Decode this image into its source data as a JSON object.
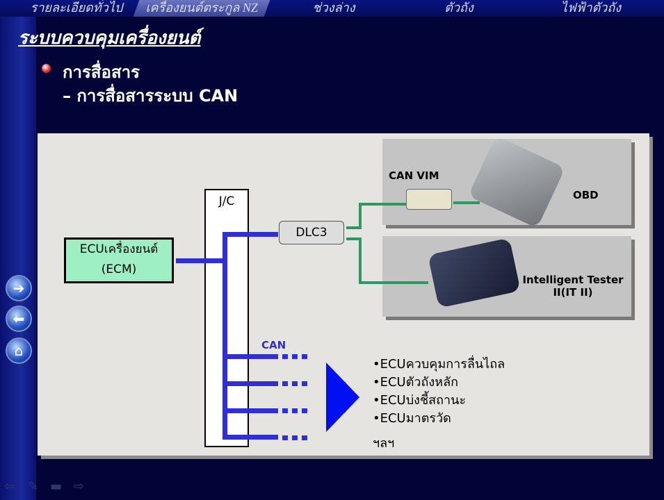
{
  "nav_tabs": [
    "รายละเอียดทั่วไป",
    "เครื่องยนต์ตระกูล NZ",
    "ช่วงล่าง",
    "ตัวถัง",
    "ไฟฟ้าตัวถัง"
  ],
  "title": "ระบบควบคุมเครื่องยนต์",
  "bullet": "การสื่อสาร",
  "sub_bullet": "– การสื่อสารระบบ CAN",
  "diagram": {
    "ecm_line1": "ECUเครื่องยนต์",
    "ecm_line2": "(ECM)",
    "jc": "J/C",
    "dlc": "DLC3",
    "can_vim": "CAN VIM",
    "obd": "OBD",
    "tester_line1": "Intelligent Tester",
    "tester_line2": "II(IT II)",
    "can": "CAN",
    "ecus": [
      "•ECUควบคุมการลื่นไถล",
      "•ECUตัวถังหลัก",
      "•ECUบ่งชี้สถานะ",
      "•ECUมาตรวัด"
    ],
    "etc": "ฯลฯ"
  },
  "side_nav": {
    "forward": "➔",
    "back": "⬅",
    "home": "⌂"
  },
  "bottom_icons": [
    "⇦",
    "✎",
    "▬",
    "⇨"
  ]
}
